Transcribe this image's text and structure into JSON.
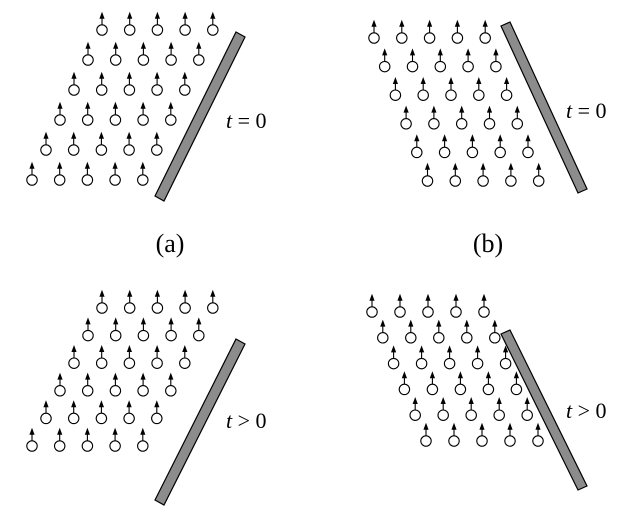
{
  "panels": [
    {
      "id": "a",
      "time_var": "t",
      "time_rest": " = 0"
    },
    {
      "id": "b",
      "time_var": "t",
      "time_rest": " = 0"
    },
    {
      "id": "c",
      "time_var": "t",
      "time_rest": " > 0"
    },
    {
      "id": "d",
      "time_var": "t",
      "time_rest": " > 0"
    }
  ],
  "captions": {
    "a": "(a)",
    "b": "(b)"
  },
  "lattice": {
    "rows": 6,
    "cols": 5
  },
  "colors": {
    "bar_fill": "#8c8c8c",
    "outline": "#000000",
    "background": "#ffffff"
  }
}
